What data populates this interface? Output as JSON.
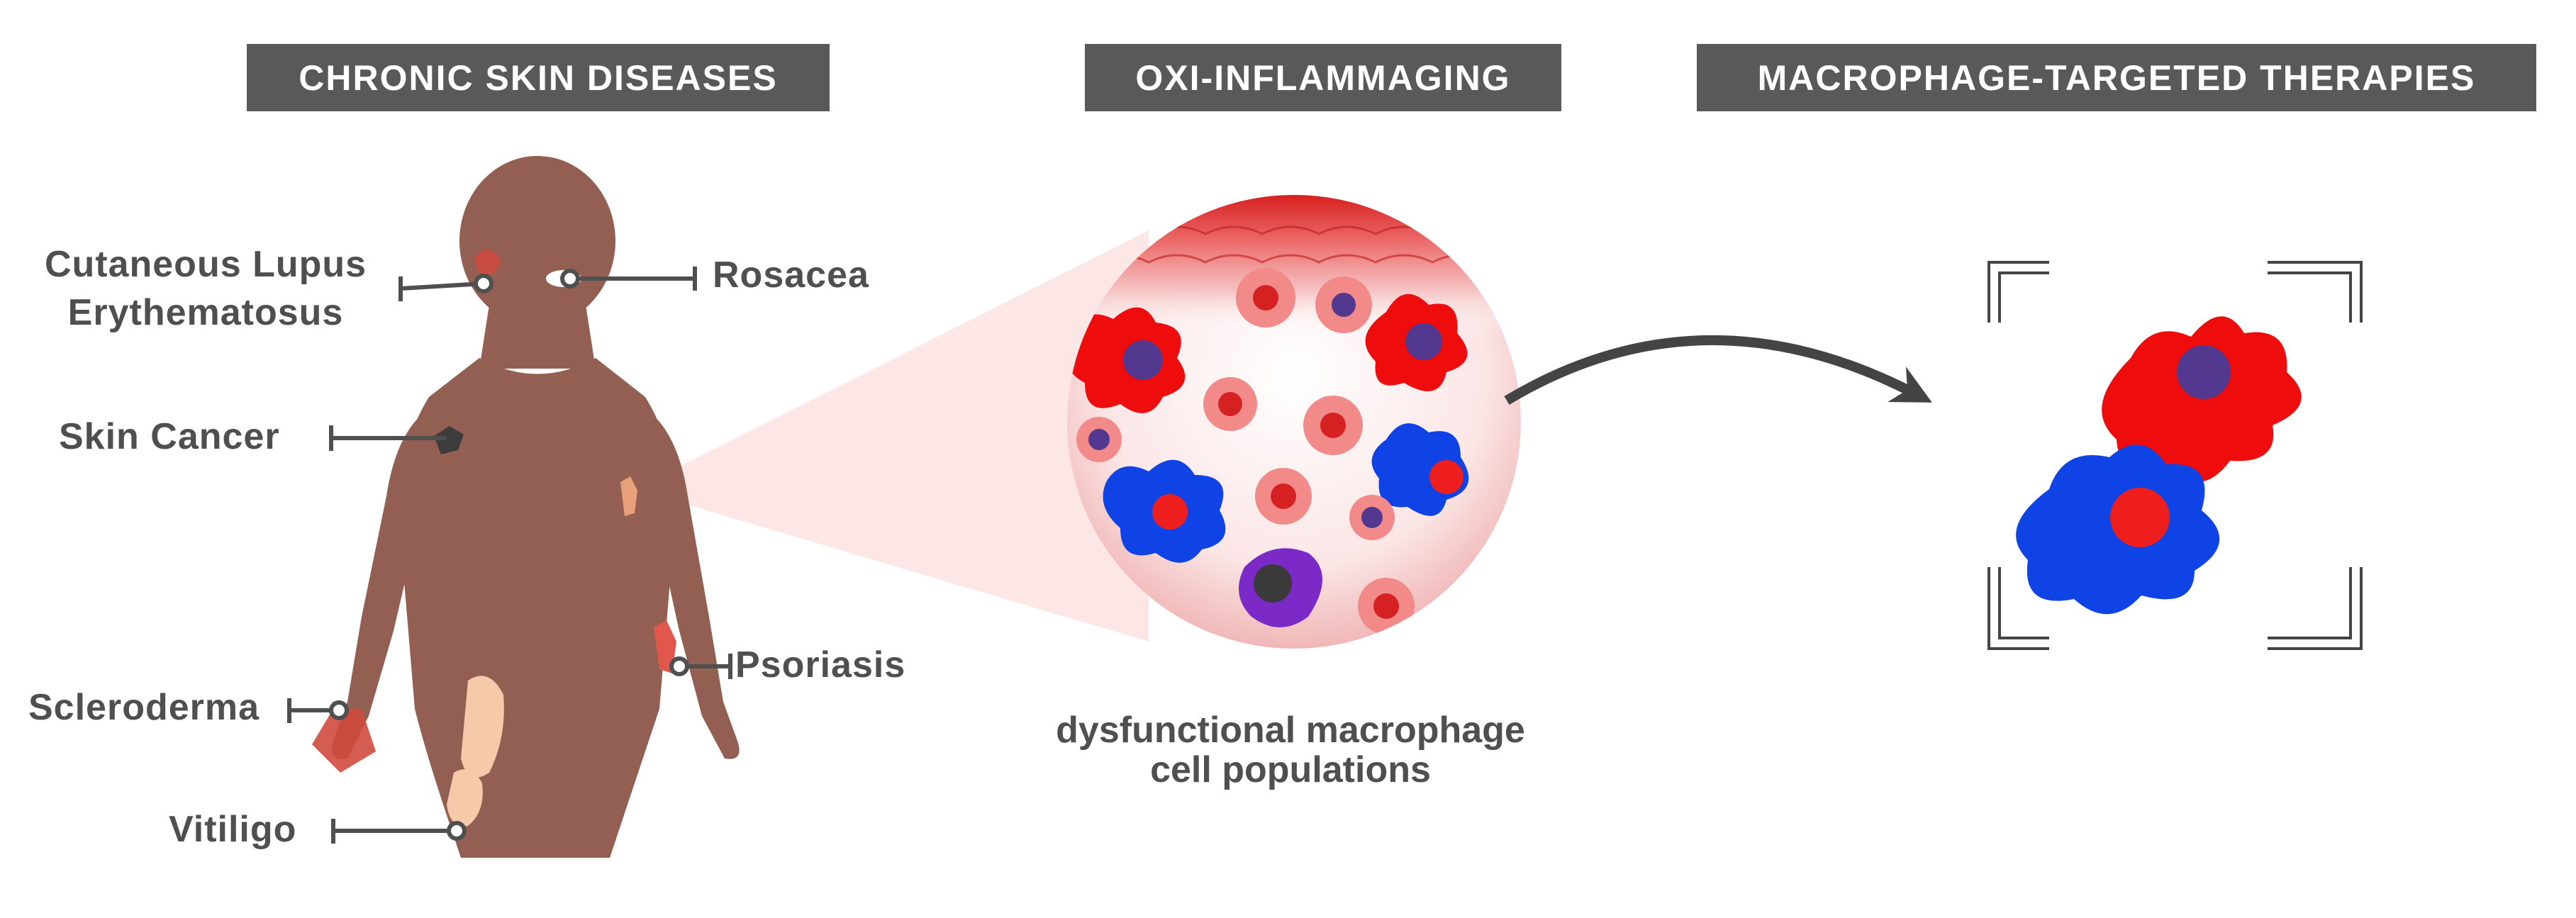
{
  "headers": {
    "chronic": "CHRONIC SKIN DISEASES",
    "oxi": "OXI-INFLAMMAGING",
    "therapies": "MACROPHAGE-TARGETED THERAPIES"
  },
  "diseases": {
    "lupus_line1": "Cutaneous Lupus",
    "lupus_line2": "Erythematosus",
    "rosacea": "Rosacea",
    "skin_cancer": "Skin Cancer",
    "psoriasis": "Psoriasis",
    "scleroderma": "Scleroderma",
    "vitiligo": "Vitiligo"
  },
  "caption": {
    "line1": "dysfunctional macrophage",
    "line2": "cell populations"
  },
  "colors": {
    "banner": "#595959",
    "text": "#4f4f4f",
    "body": "#945f53",
    "m1_red": "#ee0c0c",
    "m2_blue": "#1043e6",
    "nucleus_purple": "#53388f",
    "arrow": "#444444"
  }
}
